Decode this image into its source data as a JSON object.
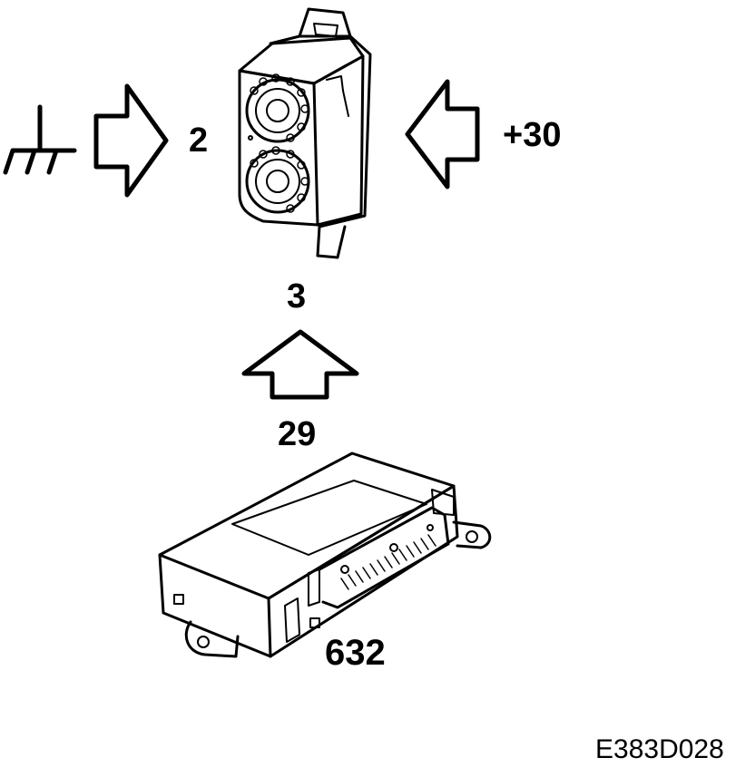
{
  "labels": {
    "ground_pin": "2",
    "supply_voltage": "+30",
    "speaker_pin": "3",
    "control_pin": "29",
    "control_module": "632",
    "figure_code": "E383D028"
  },
  "icons": {
    "ground": "ground-symbol-icon",
    "arrow": "hollow-arrow-icon",
    "speaker": "speaker-unit-icon",
    "module": "control-module-icon"
  },
  "colors": {
    "line": "#000000",
    "background": "#ffffff",
    "shade": "#e6e6e6"
  }
}
